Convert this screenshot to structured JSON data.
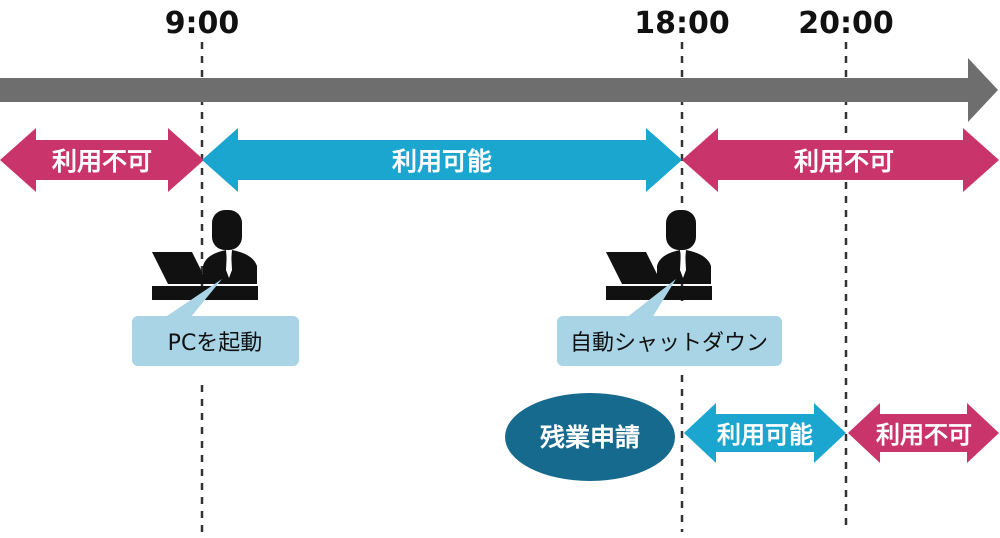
{
  "colors": {
    "timeline": "#6e6e6e",
    "unavailable": "#c9356b",
    "available": "#1aa6cf",
    "bubble": "#a8d4e6",
    "request": "#166a8e",
    "figure": "#111111",
    "guide": "#333333"
  },
  "times": {
    "t900": "9:00",
    "t1800": "18:00",
    "t2000": "20:00"
  },
  "top_row": {
    "left": "利用不可",
    "middle": "利用可能",
    "right": "利用不可"
  },
  "actions": {
    "start": "PCを起動",
    "shutdown": "自動シャットダウン"
  },
  "overtime": {
    "request": "残業申請",
    "available": "利用可能",
    "unavailable": "利用不可"
  },
  "icons": [
    "person-at-laptop-icon",
    "person-at-laptop-icon"
  ]
}
